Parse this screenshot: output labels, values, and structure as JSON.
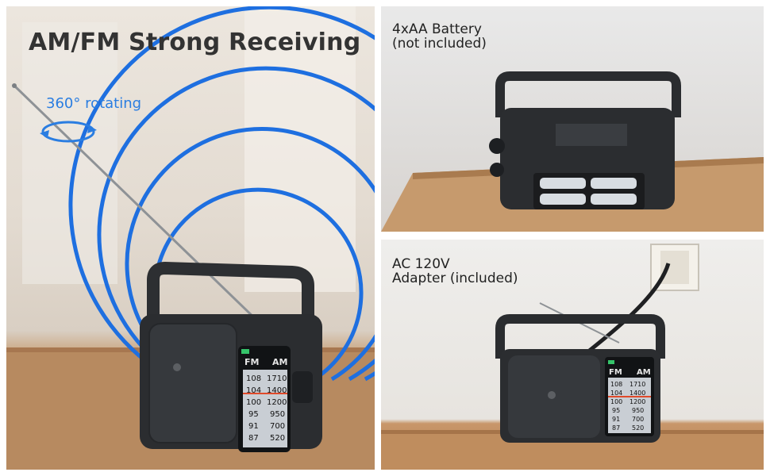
{
  "headline": "AM/FM Strong Receiving",
  "rotation_label": "360° rotating",
  "battery": {
    "line1": "4xAA Battery",
    "line2": "(not included)"
  },
  "adapter": {
    "line1": "AC 120V",
    "line2": "Adapter (included)"
  },
  "dial": {
    "bands": [
      "FM",
      "AM"
    ],
    "fm": [
      "108",
      "104",
      "100",
      "95",
      "91",
      "87"
    ],
    "am": [
      "1710",
      "1400",
      "1200",
      "950",
      "700",
      "520"
    ]
  },
  "colors": {
    "accent_blue": "#2a7de1",
    "radio_body": "#2b2d30",
    "wood": "#b98a5f"
  }
}
